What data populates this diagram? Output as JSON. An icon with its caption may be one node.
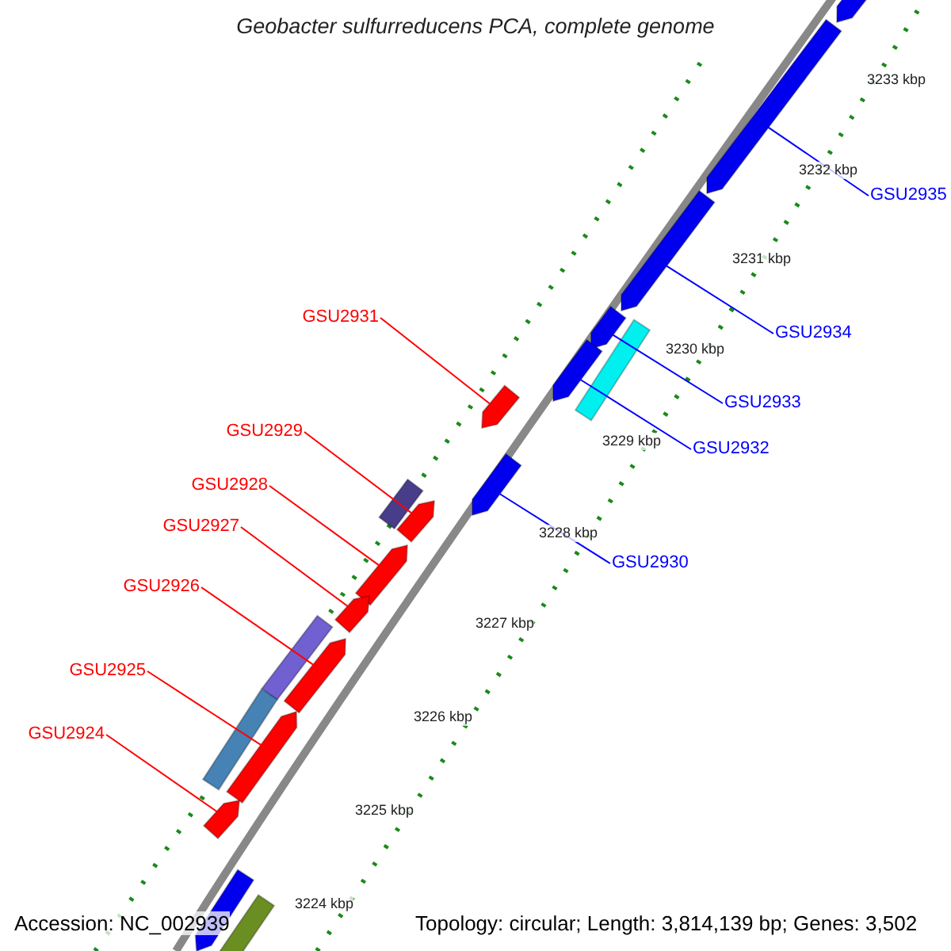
{
  "diagram": {
    "title": "Geobacter sulfurreducens PCA, complete genome",
    "nodes": [
      {
        "text": [
          "GSU2935"
        ]
      },
      {
        "text": [
          "GSU2934"
        ]
      },
      {
        "text": [
          "GSU2931"
        ]
      },
      {
        "text": [
          "GSU2933"
        ]
      },
      {
        "text": [
          "GSU2932"
        ]
      },
      {
        "text": [
          "GSU2929"
        ]
      },
      {
        "text": [
          "GSU2928"
        ]
      },
      {
        "text": [
          "GSU2930"
        ]
      },
      {
        "text": [
          "GSU2927"
        ]
      },
      {
        "text": [
          "GSU2926"
        ]
      },
      {
        "text": [
          "GSU2925"
        ]
      },
      {
        "text": [
          "GSU2924"
        ]
      },
      {
        "text": [],
        "shape": "arrow"
      },
      {
        "text": [],
        "shape": "arrow"
      },
      {
        "text": [],
        "shape": "arrow"
      },
      {
        "text": [],
        "shape": "arrow"
      },
      {
        "text": [],
        "shape": "arrow"
      },
      {
        "text": [],
        "shape": "arrow"
      },
      {
        "text": [],
        "shape": "arrow"
      },
      {
        "text": [],
        "shape": "arrow"
      },
      {
        "text": [],
        "shape": "arrow"
      },
      {
        "text": [],
        "shape": "arrow"
      },
      {
        "text": [],
        "shape": "arrow"
      },
      {
        "text": [],
        "shape": "arrow"
      },
      {
        "text": [],
        "shape": "arrow"
      },
      {
        "text": [],
        "shape": "arrow"
      }
    ],
    "edges": [
      {
        "from": 0,
        "to": 12,
        "arrow": "none",
        "color": "#0000ff"
      },
      {
        "from": 1,
        "to": 13,
        "arrow": "none",
        "color": "#0000ff"
      },
      {
        "from": 2,
        "to": 14,
        "arrow": "none"
      },
      {
        "from": 3,
        "to": 15,
        "arrow": "none",
        "color": "#0000ff"
      },
      {
        "from": 4,
        "to": 16,
        "arrow": "none",
        "color": "#0000ff"
      },
      {
        "from": 5,
        "to": 17,
        "arrow": "none"
      },
      {
        "from": 6,
        "to": 18,
        "arrow": "none"
      },
      {
        "from": 7,
        "to": 19,
        "arrow": "none",
        "color": "#0000ff"
      },
      {
        "from": 8,
        "to": 20,
        "arrow": "none"
      },
      {
        "from": 9,
        "to": 21,
        "arrow": "none"
      },
      {
        "from": 10,
        "to": 22,
        "arrow": "none"
      },
      {
        "from": 11,
        "to": 23,
        "arrow": "none"
      }
    ],
    "labels": [
      "3233 kbp",
      "3232 kbp",
      "3231 kbp",
      "3230 kbp",
      "3229 kbp",
      "3228 kbp",
      "3227 kbp",
      "3226 kbp",
      "3225 kbp",
      "3224 kbp",
      "Accession: NC_002939",
      "Topology: circular; Length: 3,814,139 bp; Genes: 3,502"
    ]
  }
}
